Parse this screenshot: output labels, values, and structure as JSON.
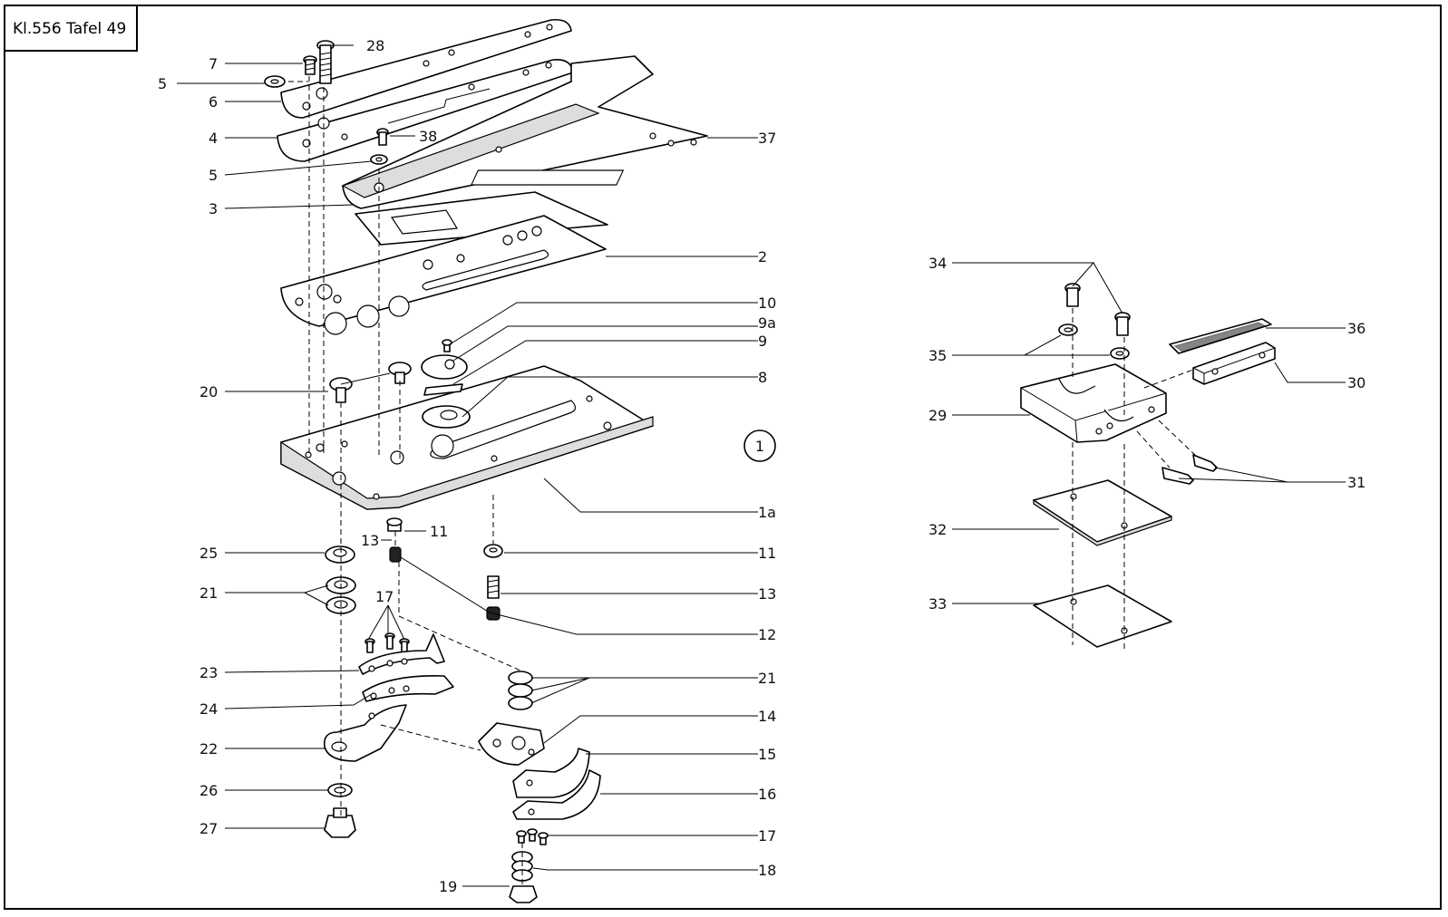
{
  "title": "Kl.556 Tafel 49",
  "figure_marker": "1",
  "labels": {
    "p28": "28",
    "p7": "7",
    "p5a": "5",
    "p6": "6",
    "p4": "4",
    "p38": "38",
    "p37": "37",
    "p5b": "5",
    "p3": "3",
    "p2": "2",
    "p10": "10",
    "p9a": "9a",
    "p9": "9",
    "p20": "20",
    "p8": "8",
    "p1a": "1a",
    "p11a": "11",
    "p13a": "13",
    "p25": "25",
    "p11b": "11",
    "p13b": "13",
    "p21a": "21",
    "p17a": "17",
    "p12": "12",
    "p23": "23",
    "p21b": "21",
    "p24": "24",
    "p14": "14",
    "p22": "22",
    "p15": "15",
    "p16": "16",
    "p26": "26",
    "p27": "27",
    "p17b": "17",
    "p18": "18",
    "p19": "19",
    "p34": "34",
    "p35": "35",
    "p36": "36",
    "p30": "30",
    "p29": "29",
    "p31": "31",
    "p32": "32",
    "p33": "33"
  }
}
